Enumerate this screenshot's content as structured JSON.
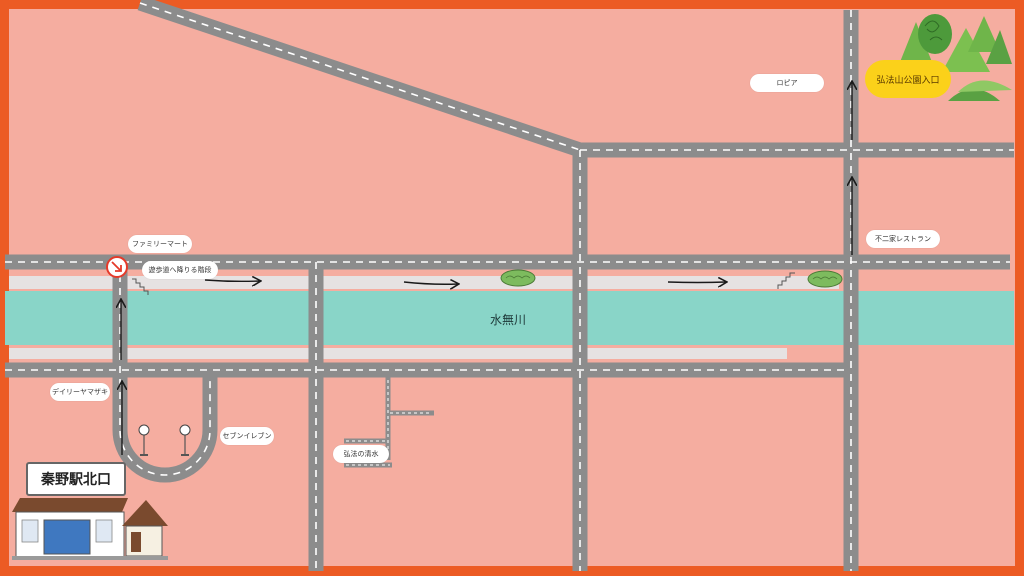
{
  "river": {
    "name": "水無川"
  },
  "station": {
    "name": "秦野駅北口"
  },
  "destination": {
    "name": "弘法山公園入口"
  },
  "labels": {
    "familymart": "ファミリーマート",
    "stairs": "遊歩道へ降りる階段",
    "daily": "デイリーヤマザキ",
    "seven": "セブンイレブン",
    "spring": "弘法の清水",
    "lopia": "ロピア",
    "restaurant": "不二家レストラン"
  },
  "colors": {
    "frame": "#ec5b24",
    "land": "#f5ada0",
    "road": "#8c8c8c",
    "road_center_line": "#ffffff",
    "river": "#89d5c8",
    "walkway": "#e6e2e2",
    "park_label": "#fbd11a",
    "start_marker": "#e53a2a",
    "route_arrow": "#1a1a1a"
  },
  "icons": [
    "start-marker-icon",
    "bus-stop-icon",
    "tree-icon",
    "bush-icon",
    "stairs-icon",
    "station-building-icon"
  ]
}
